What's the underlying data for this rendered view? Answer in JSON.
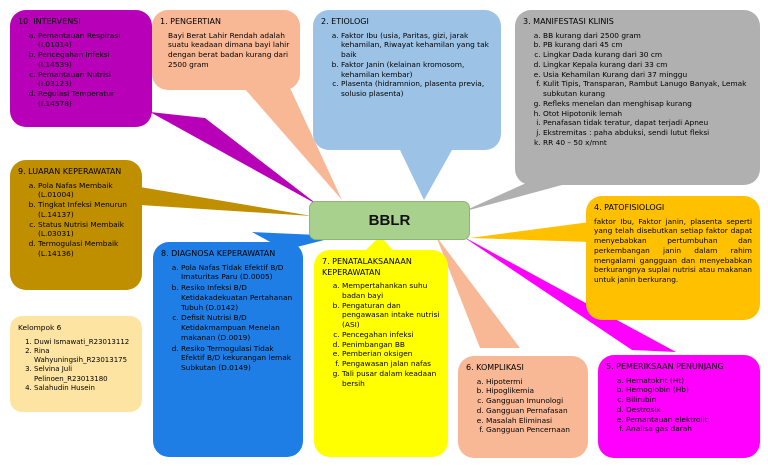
{
  "center": {
    "title": "BBLR"
  },
  "colors": {
    "intervensi": "#b800b8",
    "pengertian": "#f8b895",
    "etiologi": "#9cc3e6",
    "manifestasi": "#b0b0b0",
    "luaran": "#bf8f00",
    "diagnosa": "#1f7ee6",
    "penatalaksanaan": "#ffff00",
    "patofisiologi": "#ffc000",
    "komplikasi": "#f8b895",
    "pemeriksaan": "#ff00ff",
    "kelompok": "#fde4a3",
    "center": "#a9d18e"
  },
  "intervensi": {
    "title": "10. INTERVENSI",
    "items": [
      "Pemantauan Respirasi (I.01014)",
      "Pencegahan Infeksi (I.14539)",
      "Pemantauan Nutrisi (I.03123)",
      "Regulasi Temperatur (I.14578)"
    ]
  },
  "pengertian": {
    "title": "1. PENGERTIAN",
    "text": "Bayi Berat Lahir Rendah adalah suatu keadaan dimana bayi lahir dengan berat badan kurang dari 2500 gram"
  },
  "etiologi": {
    "title": "2. ETIOLOGI",
    "items": [
      "Faktor Ibu (usia, Paritas, gizi, jarak kehamilan, Riwayat kehamilan yang tak baik",
      "Faktor Janin (kelainan kromosom, kehamilan kembar)",
      "Plasenta (hidramnion, plasenta previa, solusio plasenta)"
    ]
  },
  "manifestasi": {
    "title": "3. MANIFESTASI KLINIS",
    "items": [
      "BB kurang dari 2500 gram",
      "PB kurang dari 45 cm",
      "Lingkar Dada kurang dari 30 cm",
      "Lingkar Kepala kurang dari 33 cm",
      "Usia Kehamilan Kurang dari 37 minggu",
      "Kulit Tipis, Transparan, Rambut Lanugo Banyak, Lemak subkutan kurang",
      "Refleks menelan dan menghisap kurang",
      "Otot Hipotonik lemah",
      "Penafasan tidak teratur, dapat terjadi Apneu",
      "Ekstremitas : paha abduksi, sendi lutut fleksi",
      "RR 40 – 50 x/mnt"
    ]
  },
  "luaran": {
    "title": "9. LUARAN KEPERAWATAN",
    "items": [
      "Pola Nafas Membaik (L.01004)",
      "Tingkat Infeksi Menurun (L.14137)",
      "Status Nutrisi Membaik (L.03031)",
      "Termogulasi Membaik (L.14136)"
    ]
  },
  "patofisiologi": {
    "title": "4. PATOFISIOLOGI",
    "text": "faktor Ibu, Faktor janin, plasenta seperti yang telah disebutkan setiap faktor dapat menyebabkan pertumbuhan dan perkembangan janin dalam rahim mengalami gangguan dan menyebabkan berkurangnya suplai nutrisi atau makanan untuk janin berkurang."
  },
  "diagnosa": {
    "title": "8. DIAGNOSA KEPERAWATAN",
    "items": [
      "Pola Nafas Tidak Efektif B/D Imaturitas Paru (D.0005)",
      "Resiko Infeksi B/D Ketidakadekuatan Pertahanan Tubuh (D.0142)",
      "Defisit Nutrisi B/D Ketidakmampuan Menelan makanan (D.0019)",
      "Resiko Termogulasi Tidak Efektif B/D kekurangan lemak Subkutan (D.0149)"
    ]
  },
  "penatalaksanaan": {
    "title": "7. PENATALAKSANAAN KEPERAWATAN",
    "items": [
      "Mempertahankan suhu badan bayi",
      "Pengaturan dan pengawasan intake nutrisi (ASI)",
      "Pencegahan infeksi",
      "Penimbangan BB",
      "Pemberian oksigen",
      "Pengawasan jalan nafas",
      "Tali pusar dalam keadaan bersih"
    ]
  },
  "komplikasi": {
    "title": "6. KOMPLIKASI",
    "items": [
      "Hipotermi",
      "Hipoglikemia",
      "Gangguan Imunologi",
      "Gangguan Pernafasan",
      "Masalah Eliminasi",
      "Gangguan Pencernaan"
    ]
  },
  "pemeriksaan": {
    "title": "5. PEMERIKSAAN PENUNJANG",
    "items": [
      "Hematokrit (Ht)",
      "Hemoglobin (Hb)",
      "Bilirubin",
      "Destrosix",
      "Pemantauan elektrolit",
      "Analisa gas darah"
    ]
  },
  "kelompok": {
    "title": "Kelompok 6",
    "items": [
      "Duwi Ismawati_R23013112",
      "Rina Wahyuningsih_R23013175",
      "Selvina Juli Pelinoen_R23013180",
      "Salahudin Husein"
    ]
  }
}
